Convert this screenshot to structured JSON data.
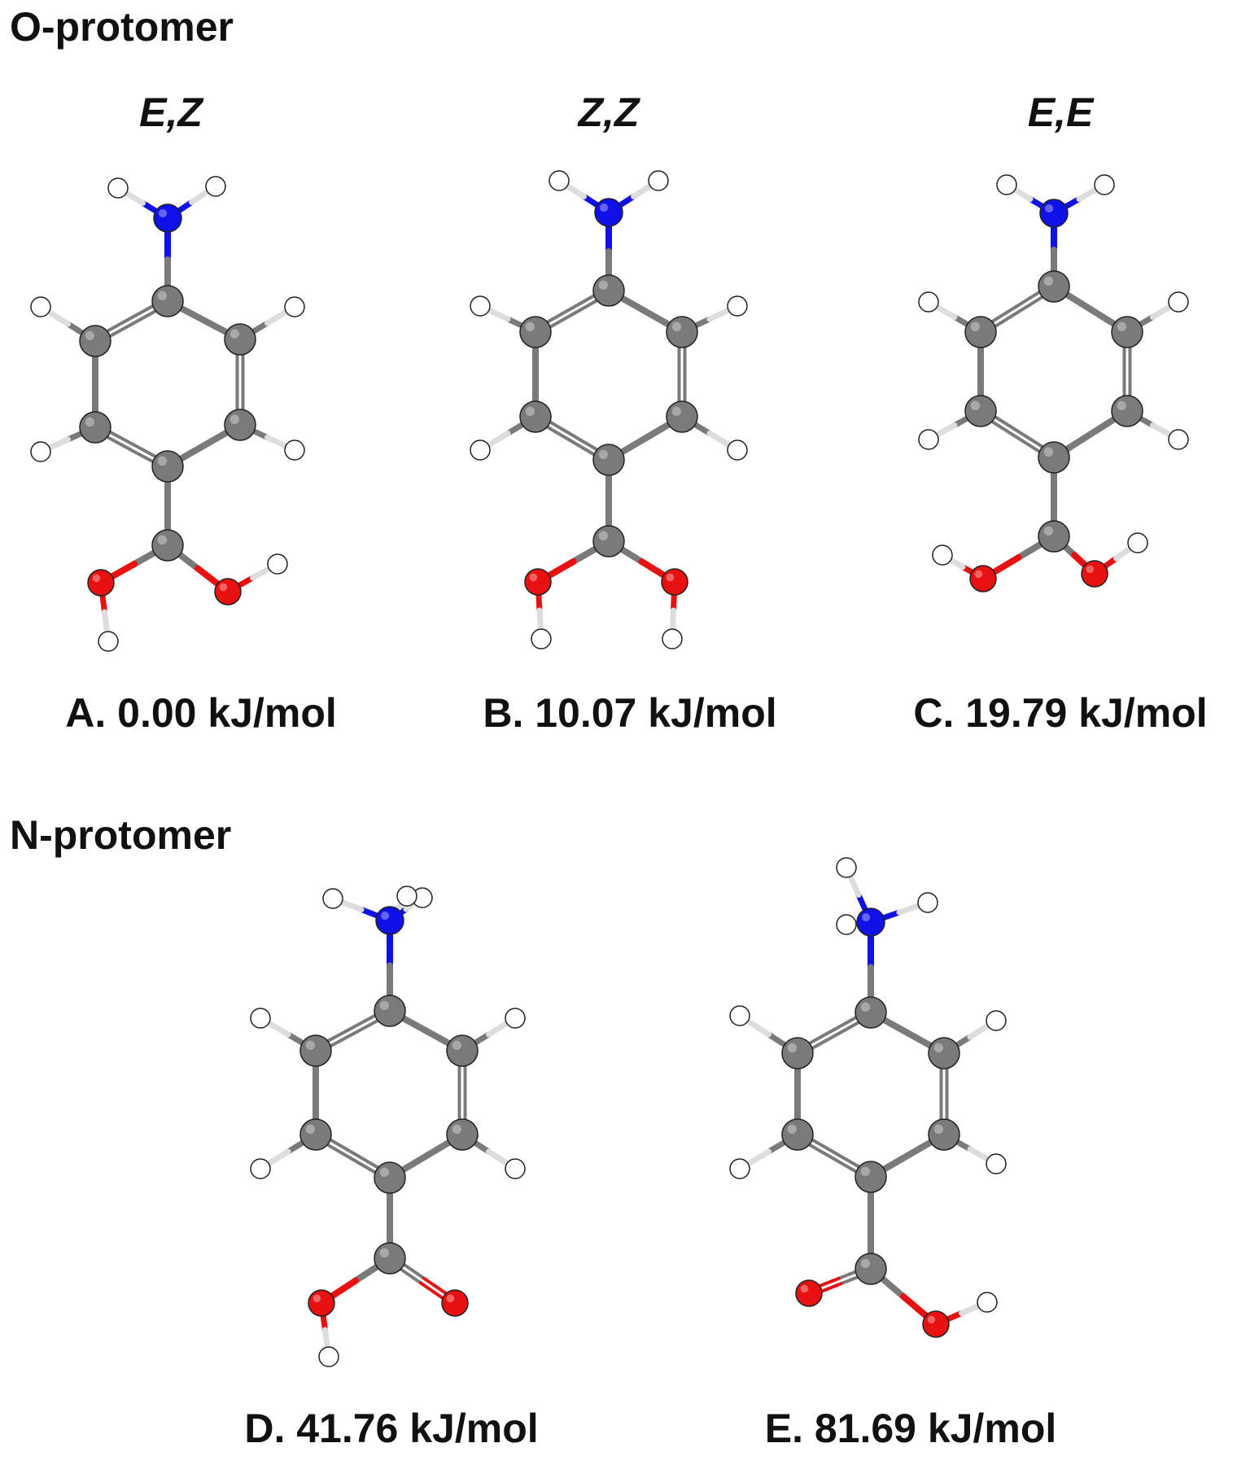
{
  "sections": {
    "o_protomer": "O-protomer",
    "n_protomer": "N-protomer"
  },
  "molecules": [
    {
      "key": "A",
      "conformation": "E,Z",
      "energy_label": "A. 0.00 kJ/mol"
    },
    {
      "key": "B",
      "conformation": "Z,Z",
      "energy_label": "B. 10.07 kJ/mol"
    },
    {
      "key": "C",
      "conformation": "E,E",
      "energy_label": "C. 19.79 kJ/mol"
    },
    {
      "key": "D",
      "conformation": "",
      "energy_label": "D. 41.76 kJ/mol"
    },
    {
      "key": "E",
      "conformation": "",
      "energy_label": "E. 81.69 kJ/mol"
    }
  ],
  "colors": {
    "carbon": "#7a7a7a",
    "nitrogen": "#1010e8",
    "oxygen": "#e81010",
    "hydrogen": "#ffffff",
    "bond": "#7a7a7a",
    "outline": "#222222"
  }
}
